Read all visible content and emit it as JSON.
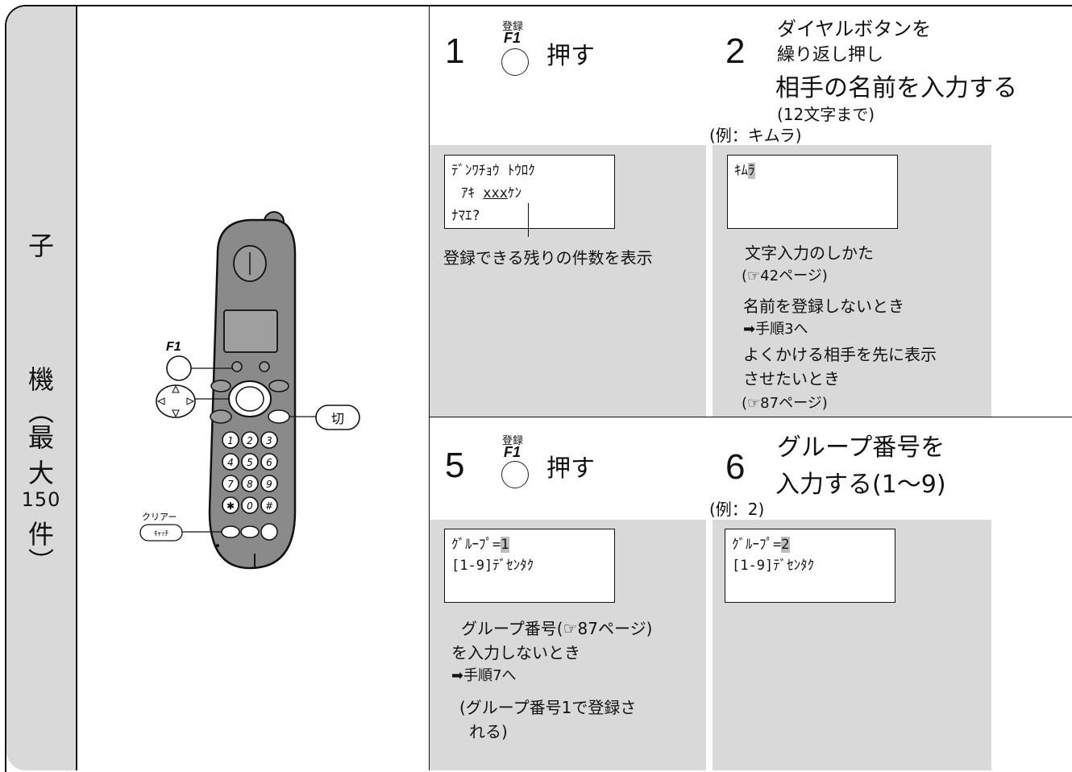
{
  "sidebar": {
    "chars": [
      "子",
      "機",
      "︵",
      "最",
      "大"
    ],
    "number": "150",
    "chars2": [
      "件",
      "︶"
    ]
  },
  "phone": {
    "f1_label": "F1",
    "kiri_label": "切",
    "clear_label": "クリアー",
    "catch_label": "ｷｬｯﾁ",
    "keys": [
      "1",
      "2",
      "3",
      "4",
      "5",
      "6",
      "7",
      "8",
      "9",
      "✱",
      "0",
      "#"
    ]
  },
  "steps": {
    "s1": {
      "num": "1",
      "btn_top": "登録",
      "btn_f1": "F1",
      "action": "押す"
    },
    "s2": {
      "num": "2",
      "line1": "ダイヤルボタンを",
      "line2": "繰り返し押し",
      "line3": "相手の名前を入力する",
      "line4": "(12文字まで)",
      "example": "(例：キムラ)"
    },
    "s5": {
      "num": "5",
      "btn_top": "登録",
      "btn_f1": "F1",
      "action": "押す"
    },
    "s6": {
      "num": "6",
      "line1": "グループ番号を",
      "line2": "入力する(1～9)",
      "example": "(例：2)"
    }
  },
  "lcd1": {
    "line1": "ﾃﾞﾝﾜﾁｮｳ ﾄｳﾛｸ",
    "line2a": "ｱｷ ",
    "line2b": "xxx",
    "line2c": "ｹﾝ",
    "line3": "ﾅﾏｴ?"
  },
  "lcd1_note": "登録できる残りの件数を表示",
  "lcd2": {
    "text": "ｷﾑ",
    "cursor": "ﾗ"
  },
  "notes2": [
    "文字入力のしかた",
    "(☞42ページ)",
    "名前を登録しないとき",
    "➡手順3へ",
    "よくかける相手を先に表示",
    "させたいとき",
    "(☞87ページ)"
  ],
  "lcd5": {
    "line1a": "ｸﾞﾙｰﾌﾟ=",
    "line1b": "1",
    "line2": "[1-9]ﾃﾞｾﾝﾀｸ"
  },
  "notes5": [
    "グループ番号(☞87ページ)",
    "を入力しないとき",
    "➡手順7へ",
    "(グループ番号1で登録さ",
    "れる)"
  ],
  "lcd6": {
    "line1a": "ｸﾞﾙｰﾌﾟ=",
    "line1b": "2",
    "line2": "[1-9]ﾃﾞｾﾝﾀｸ"
  }
}
